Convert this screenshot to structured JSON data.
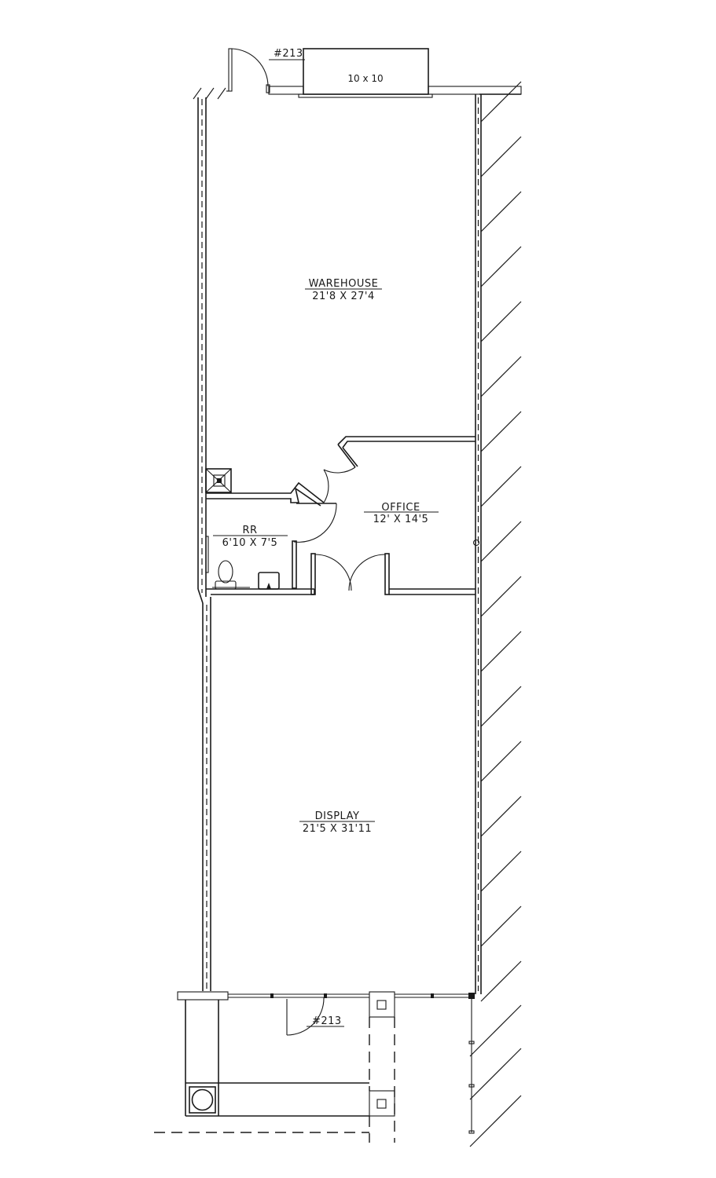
{
  "plan": {
    "unit_label_top": "#213",
    "unit_label_bottom": "#213",
    "overhead_door": "10 x 10",
    "rooms": [
      {
        "name": "WAREHOUSE",
        "size": "21'8  X 27'4"
      },
      {
        "name": "OFFICE",
        "size": "12' X 14'5"
      },
      {
        "name": "RR",
        "size": "6'10 X 7'5"
      },
      {
        "name": "DISPLAY",
        "size": "21'5 X 31'11"
      }
    ]
  }
}
